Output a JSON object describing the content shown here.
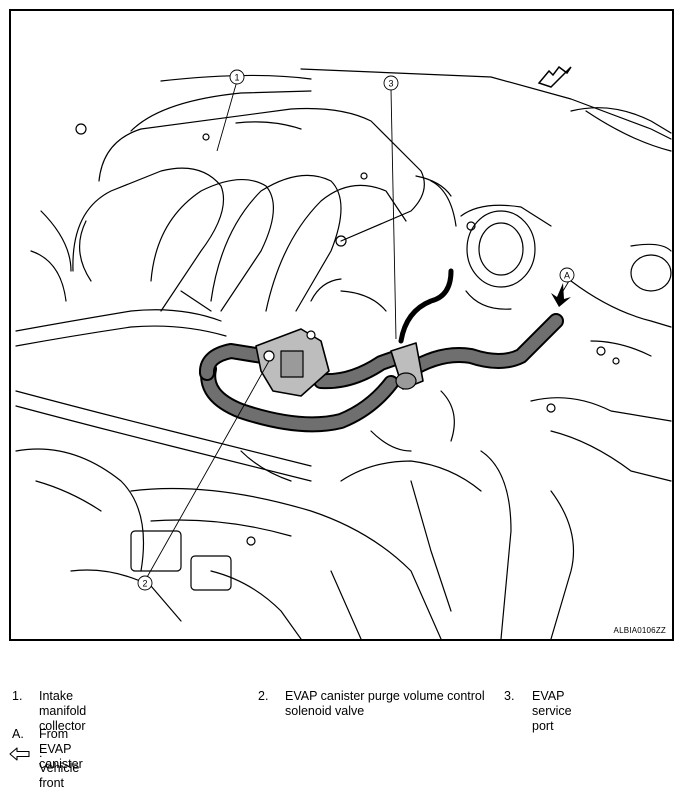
{
  "figure": {
    "code": "ALBIA0106ZZ",
    "callouts": {
      "c1": "1",
      "c2": "2",
      "c3": "3",
      "cA": "A"
    }
  },
  "legend": {
    "items": [
      {
        "num": "1.",
        "text": "Intake manifold collector"
      },
      {
        "num": "2.",
        "text": "EVAP canister purge volume control solenoid valve"
      },
      {
        "num": "3.",
        "text": "EVAP service port"
      }
    ],
    "a": {
      "label": "A.",
      "text": "From EVAP canister"
    },
    "arrow": {
      "icon": "hollow-arrow-left-icon",
      "text": ": Vehicle front"
    }
  }
}
